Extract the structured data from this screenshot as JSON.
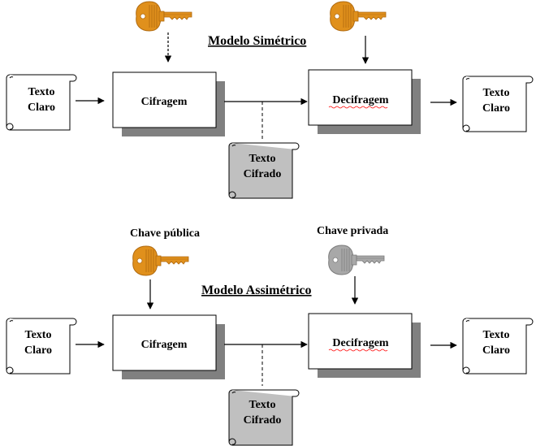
{
  "symmetric": {
    "title": "Modelo Simétrico",
    "plaintext_in": [
      "Texto",
      "Claro"
    ],
    "encrypt": "Cifragem",
    "decrypt": "Decifragem",
    "plaintext_out": [
      "Texto",
      "Claro"
    ],
    "ciphertext": [
      "Texto",
      "Cifrado"
    ]
  },
  "asymmetric": {
    "title": "Modelo Assimétrico",
    "public_key_label": "Chave pública",
    "private_key_label": "Chave privada",
    "plaintext_in": [
      "Texto",
      "Claro"
    ],
    "encrypt": "Cifragem",
    "decrypt": "Decifragem",
    "plaintext_out": [
      "Texto",
      "Claro"
    ],
    "ciphertext": [
      "Texto",
      "Cifrado"
    ]
  },
  "colors": {
    "key_gold": "#e0901c",
    "key_gold_dark": "#b06a10",
    "key_gray": "#a8a8a8",
    "key_gray_dark": "#7a7a7a",
    "shadow": "#808080",
    "cipher_fill": "#c0c0c0",
    "squiggle": "#ff0000"
  }
}
